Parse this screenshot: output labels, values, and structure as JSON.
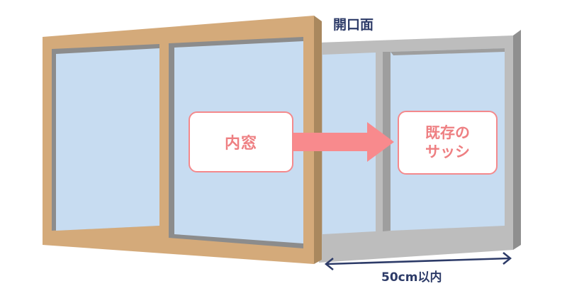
{
  "labels": {
    "opening": "開口面",
    "inner_window": "内窓",
    "existing_sash_line1": "既存の",
    "existing_sash_line2": "サッシ",
    "distance": "50cm以内"
  },
  "colors": {
    "wood_frame": "#d4aa7a",
    "wood_frame_dark": "#a9885e",
    "gray_frame": "#bdbdbd",
    "gray_frame_dark": "#8f8f8f",
    "glass": "#c7dcf1",
    "label_accent": "#f4898c",
    "arrow": "#f88a8d",
    "dimension": "#2d3b68"
  }
}
